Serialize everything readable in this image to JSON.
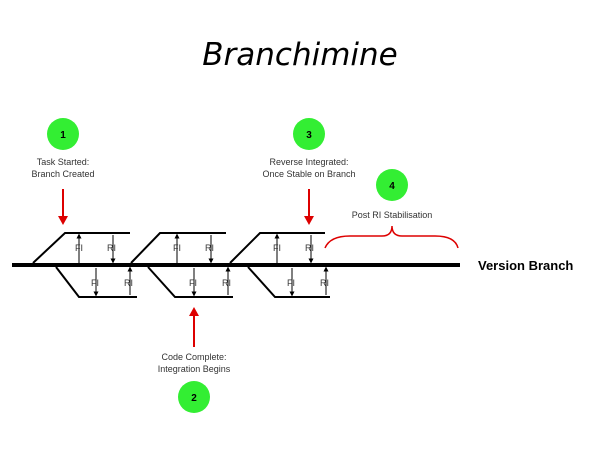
{
  "title": "Branchimine",
  "trunk_label": "Version Branch",
  "branch_tags": {
    "fi": "FI",
    "ri": "RI"
  },
  "steps": [
    {
      "number": "1",
      "line1": "Task Started:",
      "line2": "Branch Created"
    },
    {
      "number": "2",
      "line1": "Code Complete:",
      "line2": "Integration Begins"
    },
    {
      "number": "3",
      "line1": "Reverse Integrated:",
      "line2": "Once Stable on Branch"
    },
    {
      "number": "4",
      "line1": "Post RI Stabilisation",
      "line2": ""
    }
  ],
  "colors": {
    "step_circle": "#33ee33",
    "arrow": "#dd0000",
    "brace": "#dd0000",
    "line": "#000000"
  }
}
